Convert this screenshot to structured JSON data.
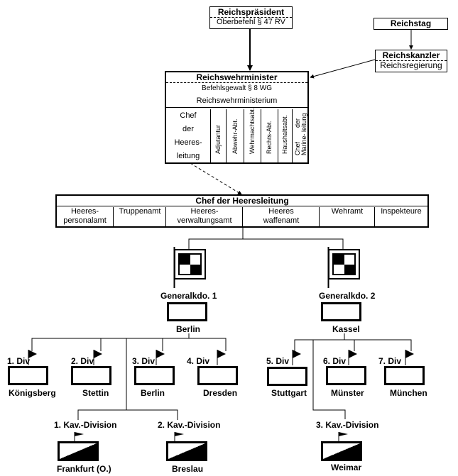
{
  "reichspraesident": {
    "title": "Reichspräsident",
    "subtitle": "Oberbefehl § 47 RV"
  },
  "reichstag": {
    "title": "Reichstag"
  },
  "reichskanzler": {
    "title": "Reichskanzler",
    "subtitle": "Reichsregierung"
  },
  "reichswehrminister": {
    "title": "Reichswehrminister",
    "subtitle": "Befehlsgewalt § 8 WG",
    "ministry": "Reichswehrministerium",
    "chef_heeresleitung_lines": [
      "Chef",
      "der",
      "Heeres-",
      "leitung"
    ],
    "departments": [
      "Adjutantur",
      "Abwehr-Abt.",
      "Wehrmachtsabt.",
      "Rechts-Abt.",
      "Haushaltsabt."
    ],
    "chef_marine": {
      "line1": "Chef",
      "line1b": "der",
      "line2": "Marine- leitung"
    }
  },
  "heeresleitung": {
    "title": "Chef der Heeresleitung",
    "offices": [
      {
        "line1": "Heeres-",
        "line2": "personalamt"
      },
      {
        "line1": "Truppenamt",
        "line2": ""
      },
      {
        "line1": "Heeres-",
        "line2": "verwaltungsamt"
      },
      {
        "line1": "Heeres",
        "line2": "waffenamt"
      },
      {
        "line1": "Wehramt",
        "line2": ""
      },
      {
        "line1": "Inspekteure",
        "line2": ""
      }
    ]
  },
  "group_commands": [
    {
      "name": "Generalkdo. 1",
      "location": "Berlin"
    },
    {
      "name": "Generalkdo. 2",
      "location": "Kassel"
    }
  ],
  "divisions": [
    {
      "name": "1. Div",
      "location": "Königsberg"
    },
    {
      "name": "2. Div",
      "location": "Stettin"
    },
    {
      "name": "3. Div",
      "location": "Berlin"
    },
    {
      "name": "4. Div",
      "location": "Dresden"
    },
    {
      "name": "5. Div",
      "location": "Stuttgart"
    },
    {
      "name": "6. Div",
      "location": "Münster"
    },
    {
      "name": "7. Div",
      "location": "München"
    }
  ],
  "cavalry_divisions": [
    {
      "name": "1. Kav.-Division",
      "location": "Frankfurt (O.)"
    },
    {
      "name": "2. Kav.-Division",
      "location": "Breslau"
    },
    {
      "name": "3. Kav.-Division",
      "location": "Weimar"
    }
  ]
}
